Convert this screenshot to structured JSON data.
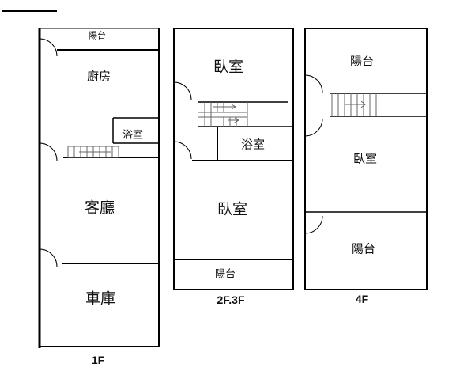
{
  "floor_1": {
    "label": "1F",
    "rooms": {
      "balcony": "陽台",
      "kitchen": "廚房",
      "bathroom": "浴室",
      "living_room": "客廳",
      "garage": "車庫"
    }
  },
  "floor_2_3": {
    "label": "2F.3F",
    "rooms": {
      "bedroom_top": "臥室",
      "bathroom": "浴室",
      "bedroom_main": "臥室",
      "balcony": "陽台"
    }
  },
  "floor_4": {
    "label": "4F",
    "rooms": {
      "balcony_top": "陽台",
      "bedroom": "臥室",
      "balcony_bottom": "陽台"
    }
  },
  "colors": {
    "line": "#000000",
    "stair_stroke": "#666666",
    "background": "#ffffff"
  }
}
